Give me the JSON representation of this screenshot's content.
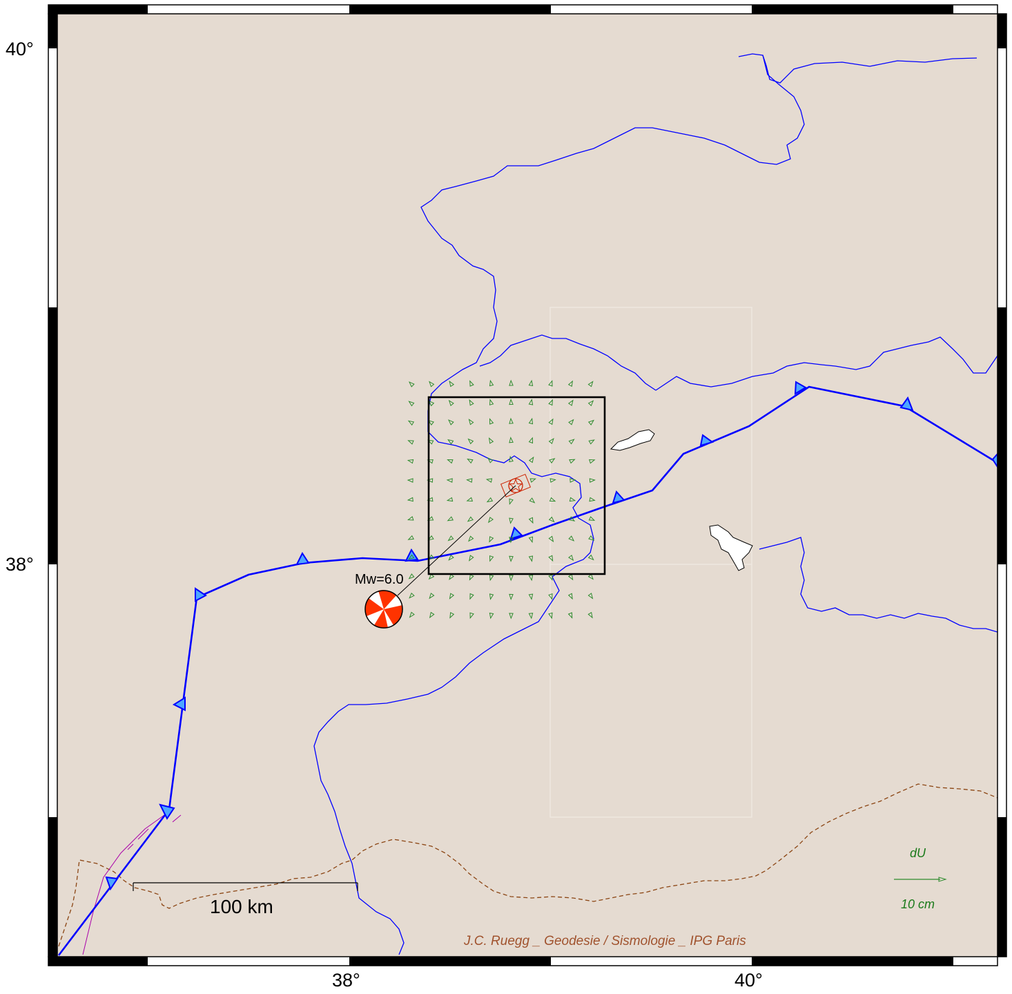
{
  "axes": {
    "lat_labels": [
      "40°",
      "38°"
    ],
    "lon_labels": [
      "38°",
      "40°"
    ]
  },
  "event": {
    "magnitude_label": "Mw=6.0"
  },
  "scale_bar": {
    "label": "100 km"
  },
  "legend": {
    "component": "dU",
    "reference": "10 cm"
  },
  "credit": "J.C. Ruegg _ Geodesie / Sismologie _ IPG Paris",
  "colors": {
    "land": "#e5dbd1",
    "rivers": "#0000ff",
    "fault": "#0000ff",
    "fault_teeth": "#4da6ff",
    "vectors": "#2e8b2e",
    "border": "#8b4513",
    "beachball": "#ff3300",
    "frame": "#000000"
  },
  "icons": {
    "epicenter": "star-icon",
    "focal_mechanism": "beachball-icon",
    "reference_arrow": "arrow-right-icon"
  }
}
